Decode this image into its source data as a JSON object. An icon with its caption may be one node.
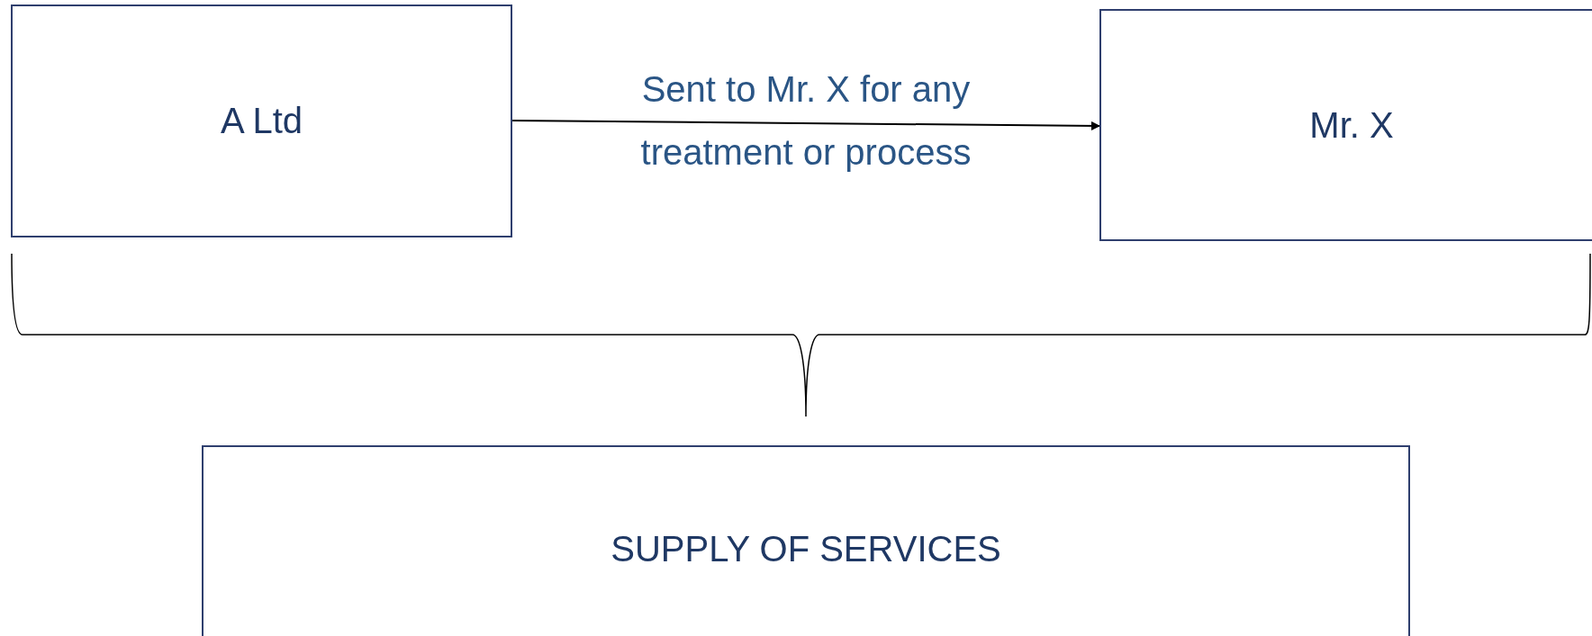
{
  "diagram": {
    "nodes": [
      {
        "text": [
          "A Ltd"
        ]
      },
      {
        "text": [
          "Mr. X"
        ]
      },
      {
        "text": [
          "SUPPLY OF SERVICES"
        ]
      }
    ],
    "edges": [
      {
        "from": 0,
        "to": 1,
        "arrow": "to",
        "label": "Sent to Mr. X for any treatment or process"
      }
    ]
  }
}
